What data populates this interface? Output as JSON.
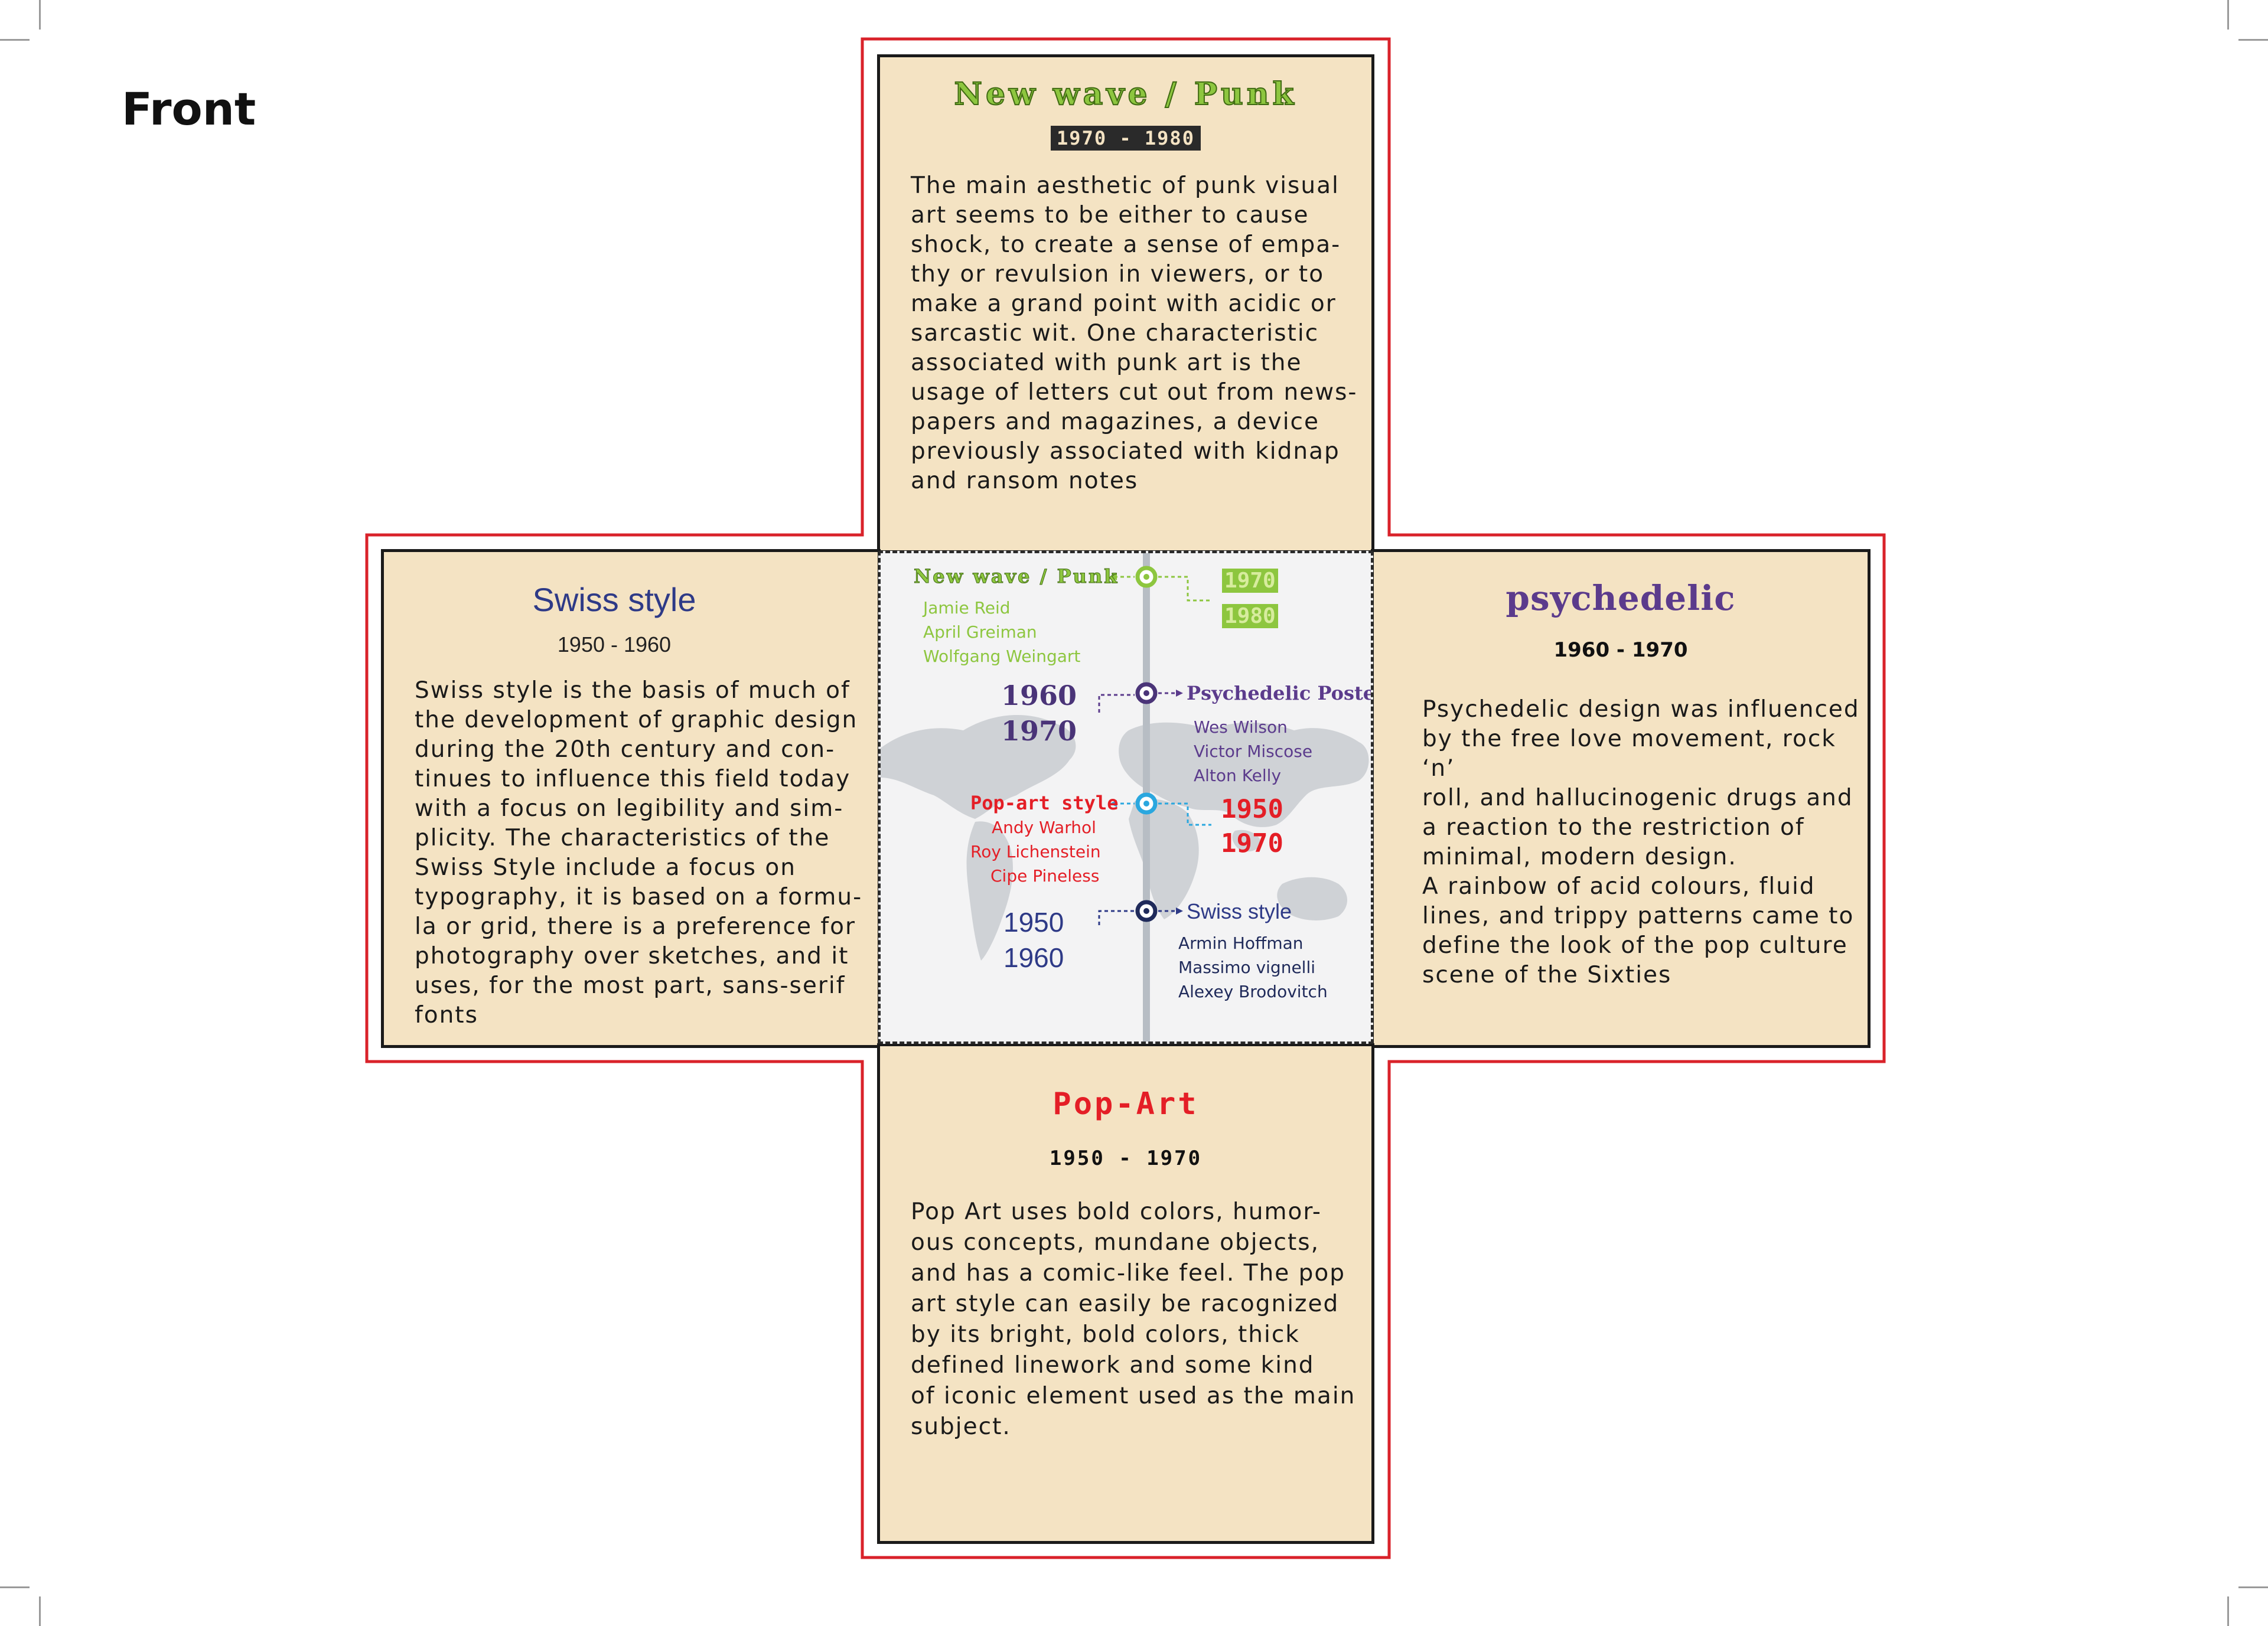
{
  "page": {
    "title": "Front"
  },
  "colors": {
    "panel_fill": "#f4e3c3",
    "cut_line": "#d9222a",
    "punk_green": "#8dc63f",
    "psychedelic_purple": "#5b3b8c",
    "pop_red": "#e41e26",
    "swiss_navy": "#2e3a87",
    "timeline_grey": "#b7bdc4"
  },
  "panels": {
    "top": {
      "heading": "New wave / Punk",
      "dates": "1970 - 1980",
      "body": "The main aesthetic of punk visual\nart seems to be either to cause\nshock, to create a sense of empa-\nthy or revulsion in viewers, or to\nmake a grand point with acidic or\nsarcastic wit. One characteristic\nassociated with punk art is the\nusage of letters cut out from news-\npapers and magazines, a device\npreviously associated with kidnap\nand ransom notes"
    },
    "left": {
      "heading": "Swiss style",
      "dates": "1950 - 1960",
      "body": "Swiss style is the basis of much of\nthe development of graphic design\nduring the 20th century and con-\ntinues to influence this field today\nwith a focus on legibility and sim-\nplicity. The characteristics of the\nSwiss Style include a focus on\ntypography, it is based on a formu-\nla or grid, there is a preference for\nphotography over sketches, and it\nuses, for the most part, sans-serif\nfonts"
    },
    "right": {
      "heading": "psychedelic",
      "dates": "1960 - 1970",
      "body": "Psychedelic design was influenced\nby the free love movement, rock ‘n’\nroll, and hallucinogenic drugs and\na reaction to the restriction of\nminimal, modern design.\nA rainbow of acid colours, fluid\nlines, and trippy patterns came to\ndefine the look of the pop culture\nscene of the Sixties"
    },
    "bottom": {
      "heading": "Pop-Art",
      "dates": "1950 - 1970",
      "body": "Pop Art uses bold colors, humor-\nous concepts, mundane objects,\nand has a comic-like feel. The pop\nart style can easily be racognized\nby its bright, bold colors, thick\ndefined linework  and some kind\nof iconic element used as the main\nsubject."
    }
  },
  "timeline": {
    "punk": {
      "label": "New wave / Punk",
      "artists": [
        "Jamie Reid",
        "April Greiman",
        "Wolfgang Weingart"
      ],
      "start": "1970",
      "end": "1980"
    },
    "psychedelic": {
      "label": "Psychedelic Poster",
      "artists": [
        "Wes Wilson",
        "Victor Miscose",
        "Alton Kelly"
      ],
      "start": "1960",
      "end": "1970"
    },
    "popart": {
      "label": "Pop-art style",
      "artists": [
        "Andy Warhol",
        "Roy Lichenstein",
        "Cipe Pineless"
      ],
      "start": "1950",
      "end": "1970"
    },
    "swiss": {
      "label": "Swiss style",
      "artists": [
        "Armin Hoffman",
        "Massimo vignelli",
        "Alexey Brodovitch"
      ],
      "start": "1950",
      "end": "1960"
    }
  }
}
